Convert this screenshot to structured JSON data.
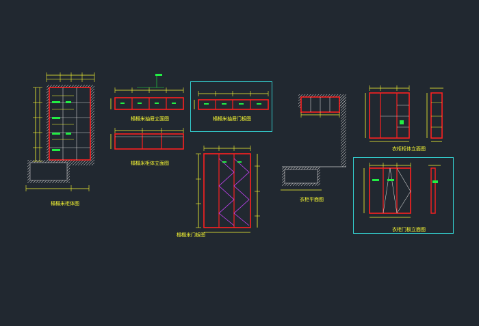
{
  "labels": {
    "tatami_body_plan": "榻榻米柜体图",
    "tatami_drawer_elev": "榻榻米抽屉立面图",
    "tatami_drawer_door": "榻榻米抽屉门板图",
    "tatami_cabinet_elev": "榻榻米柜体立面图",
    "tatami_door": "榻榻米门板图",
    "wardrobe_plan": "衣柜平面图",
    "wardrobe_body_elev": "衣柜柜体立面图",
    "wardrobe_door_elev": "衣柜门板立面图"
  },
  "colors": {
    "background": "#212830",
    "wall": "#ff2020",
    "dimension": "#ffff33",
    "frame": "#33cccc",
    "tag": "#22ee44",
    "brace": "#cc44ff",
    "hatch": "#d0d0d0"
  }
}
